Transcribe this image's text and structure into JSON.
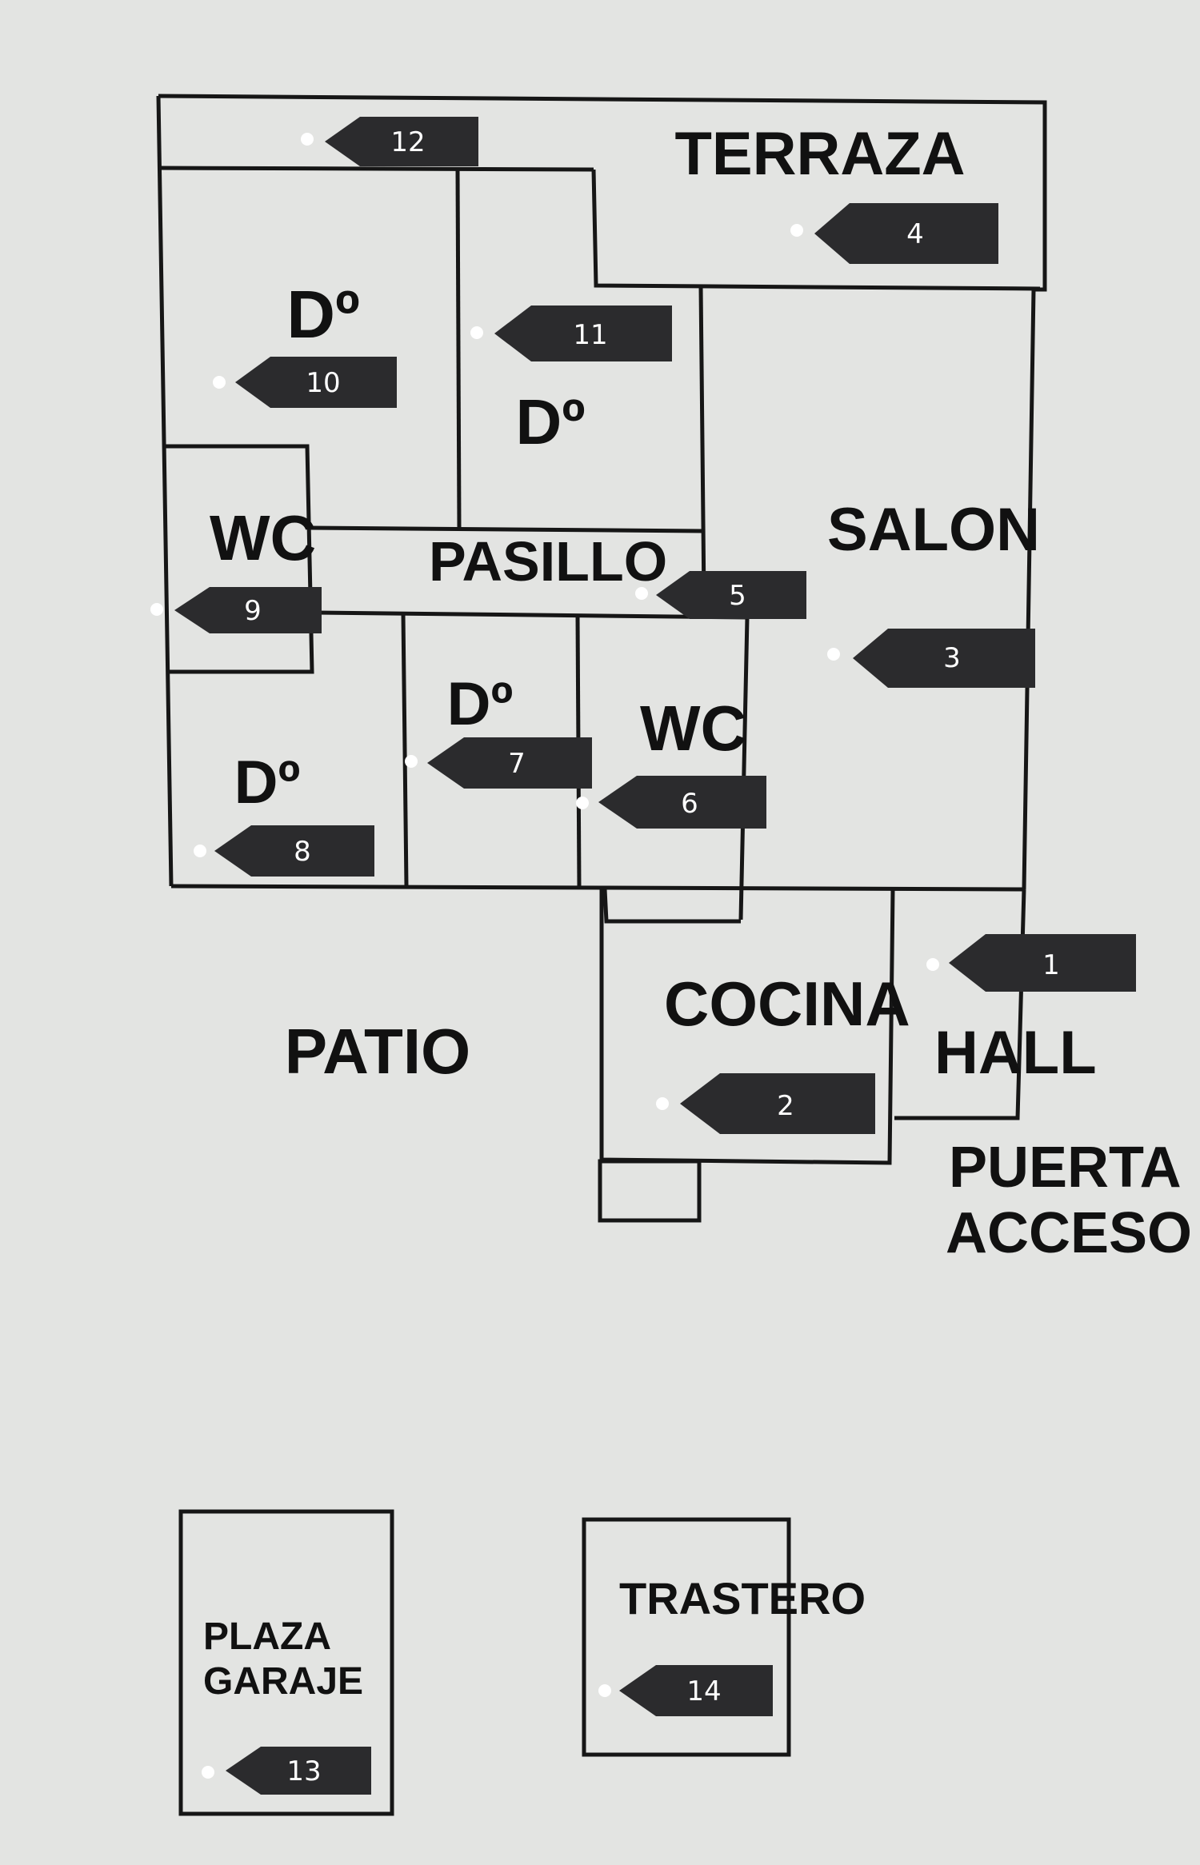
{
  "rooms": {
    "terraza": "TERRAZA",
    "dormitorio_10": "Dº",
    "dormitorio_11": "Dº",
    "wc_9": "WC",
    "pasillo": "PASILLO",
    "salon": "SALON",
    "dormitorio_8": "Dº",
    "dormitorio_7": "Dº",
    "wc_6": "WC",
    "patio": "PATIO",
    "cocina": "COCINA",
    "hall": "HALL",
    "puerta_line1": "PUERTA",
    "puerta_line2": "ACCESO",
    "plaza_line1": "PLAZA",
    "plaza_line2": "GARAJE",
    "trastero": "TRASTERO"
  },
  "markers": {
    "m1": "1",
    "m2": "2",
    "m3": "3",
    "m4": "4",
    "m5": "5",
    "m6": "6",
    "m7": "7",
    "m8": "8",
    "m9": "9",
    "m10": "10",
    "m11": "11",
    "m12": "12",
    "m13": "13",
    "m14": "14"
  },
  "colors": {
    "background": "#e3e4e2",
    "walls": "#161616",
    "tag": "#2b2b2d",
    "tag_text": "#ffffff"
  }
}
